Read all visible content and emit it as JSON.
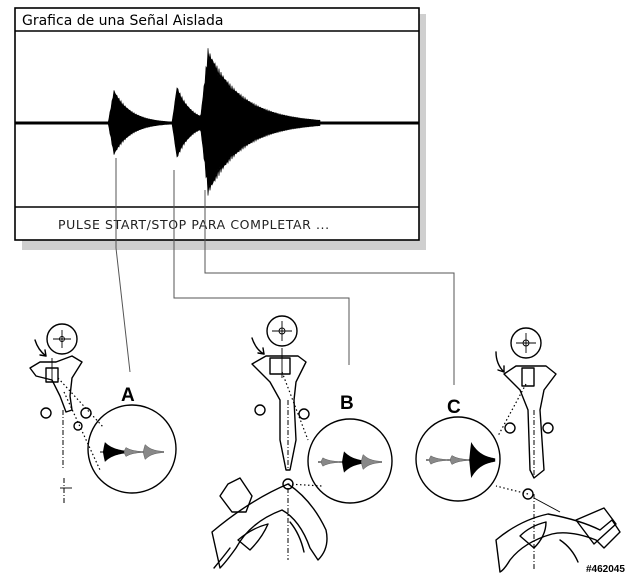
{
  "window": {
    "title": "Grafica de una Señal Aislada",
    "status": "PULSE  START/STOP  PARA COMPLETAR ..."
  },
  "events": [
    {
      "label": "A",
      "amplitude": 0.45,
      "decay": 0.9
    },
    {
      "label": "B",
      "amplitude": 0.5,
      "decay": 0.9
    },
    {
      "label": "C",
      "amplitude": 1.0,
      "decay": 1.0
    }
  ],
  "catalog_number": "#462045"
}
